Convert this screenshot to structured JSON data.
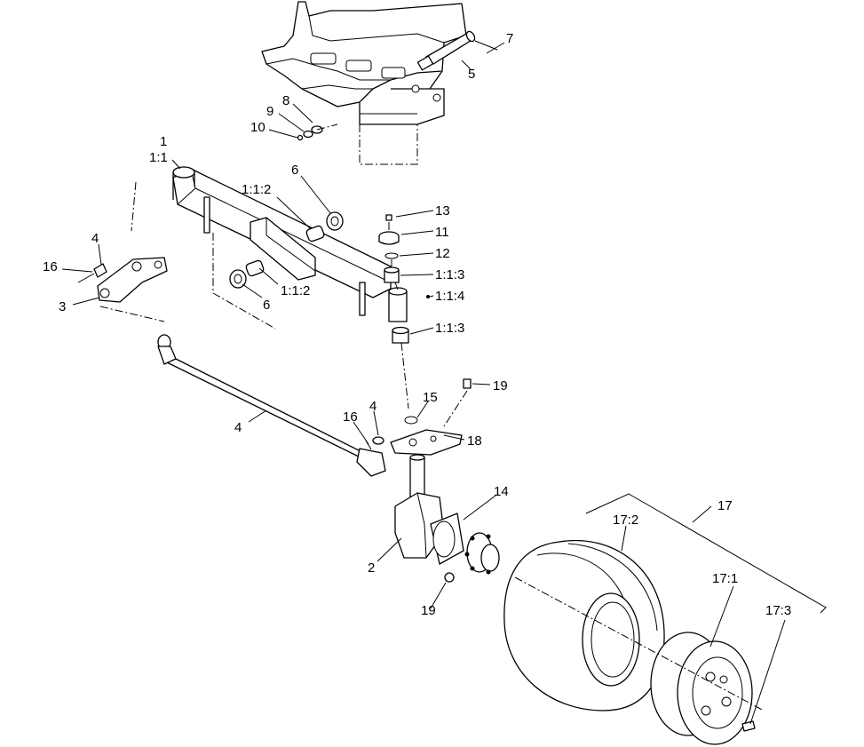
{
  "callouts": [
    {
      "id": "c7",
      "text": "7"
    },
    {
      "id": "c5",
      "text": "5"
    },
    {
      "id": "c8",
      "text": "8"
    },
    {
      "id": "c9",
      "text": "9"
    },
    {
      "id": "c10",
      "text": "10"
    },
    {
      "id": "c1",
      "text": "1"
    },
    {
      "id": "c1_1",
      "text": "1:1"
    },
    {
      "id": "c6a",
      "text": "6"
    },
    {
      "id": "c1_1_2a",
      "text": "1:1:2"
    },
    {
      "id": "c13",
      "text": "13"
    },
    {
      "id": "c11",
      "text": "11"
    },
    {
      "id": "c12",
      "text": "12"
    },
    {
      "id": "c1_1_3a",
      "text": "1:1:3"
    },
    {
      "id": "c1_1_4",
      "text": "1:1:4"
    },
    {
      "id": "c1_1_3b",
      "text": "1:1:3"
    },
    {
      "id": "c4a",
      "text": "4"
    },
    {
      "id": "c16a",
      "text": "16"
    },
    {
      "id": "c3",
      "text": "3"
    },
    {
      "id": "c1_1_2b",
      "text": "1:1:2"
    },
    {
      "id": "c6b",
      "text": "6"
    },
    {
      "id": "c19a",
      "text": "19"
    },
    {
      "id": "c15",
      "text": "15"
    },
    {
      "id": "c16b",
      "text": "16"
    },
    {
      "id": "c4b",
      "text": "4"
    },
    {
      "id": "c18",
      "text": "18"
    },
    {
      "id": "c4c",
      "text": "4"
    },
    {
      "id": "c14",
      "text": "14"
    },
    {
      "id": "c2",
      "text": "2"
    },
    {
      "id": "c19b",
      "text": "19"
    },
    {
      "id": "c17",
      "text": "17"
    },
    {
      "id": "c17_2",
      "text": "17:2"
    },
    {
      "id": "c17_1",
      "text": "17:1"
    },
    {
      "id": "c17_3",
      "text": "17:3"
    }
  ]
}
